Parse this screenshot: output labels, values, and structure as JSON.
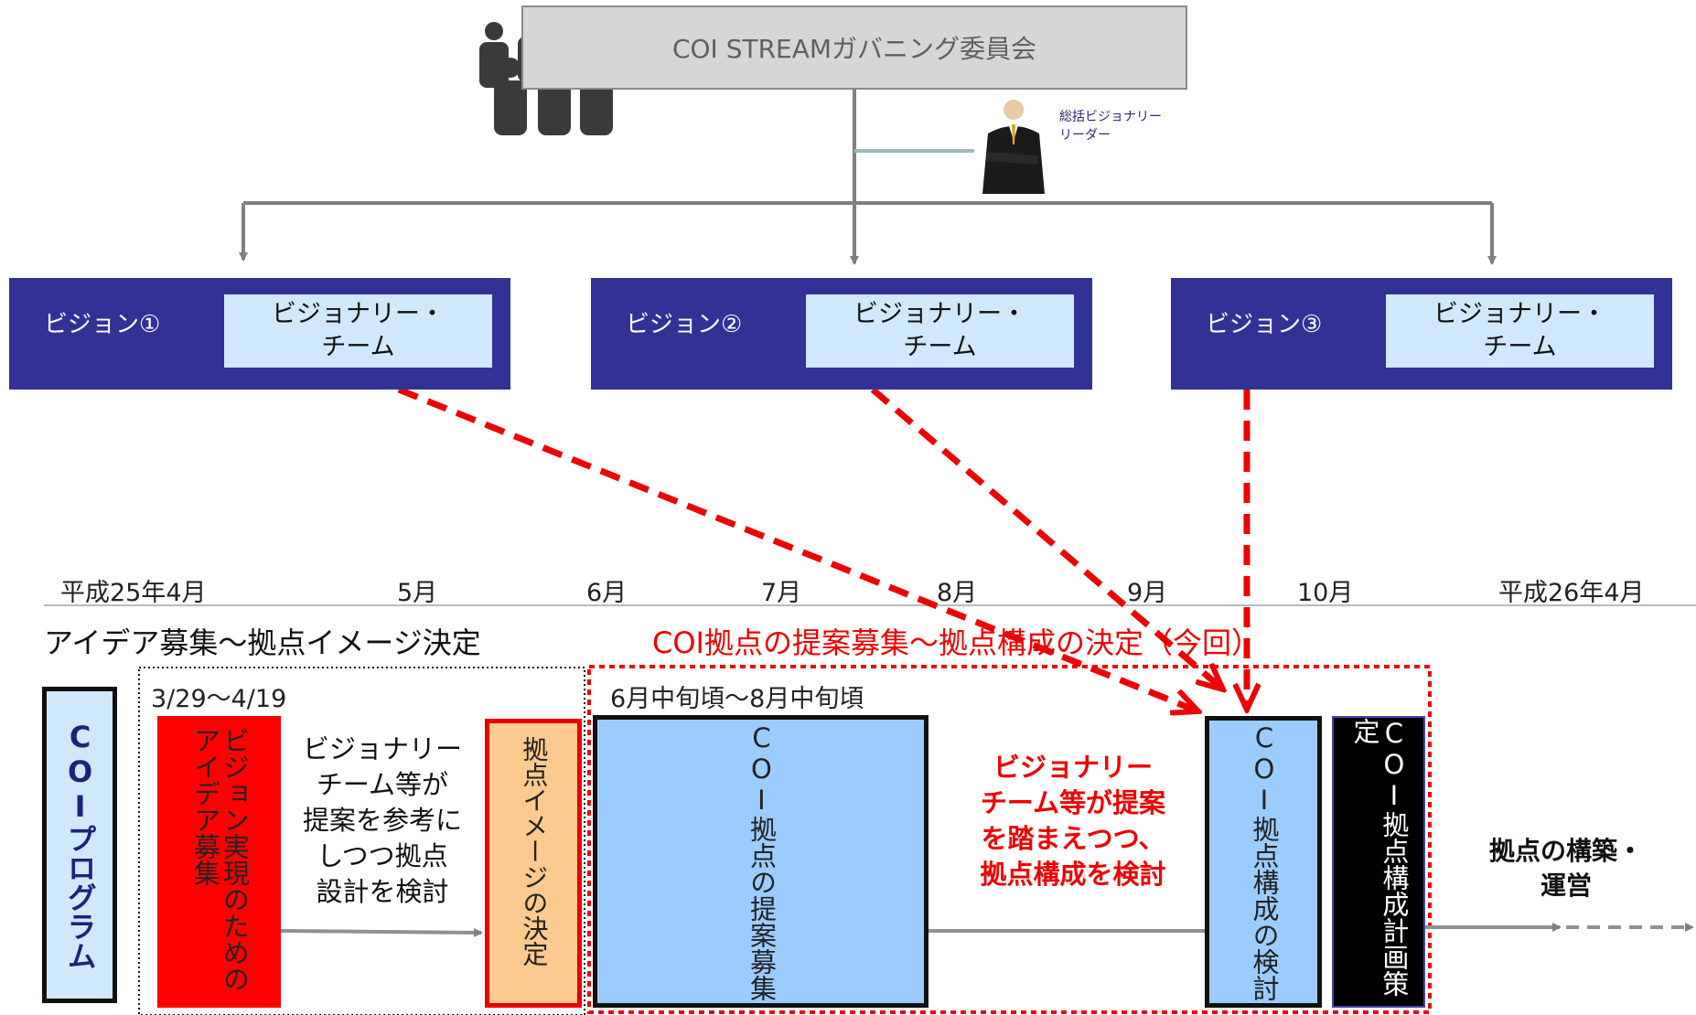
{
  "committee": {
    "title": "COI STREAMガバニング委員会"
  },
  "leader": {
    "label_line1": "総括ビジョナリー",
    "label_line2": "リーダー"
  },
  "visions": [
    {
      "label": "ビジョン①",
      "team_line1": "ビジョナリー・",
      "team_line2": "チーム"
    },
    {
      "label": "ビジョン②",
      "team_line1": "ビジョナリー・",
      "team_line2": "チーム"
    },
    {
      "label": "ビジョン③",
      "team_line1": "ビジョナリー・",
      "team_line2": "チーム"
    }
  ],
  "timeline": {
    "months": [
      "平成25年4月",
      "5月",
      "6月",
      "7月",
      "8月",
      "9月",
      "10月",
      "平成26年4月"
    ]
  },
  "phases": {
    "left_heading": "アイデア募集～拠点イメージ決定",
    "right_heading": "COI拠点の提案募集～拠点構成の決定（今回）",
    "left_dates": "3/29～4/19",
    "right_dates": "6月中旬頃～8月中旬頃"
  },
  "program": {
    "label": "COIプログラム"
  },
  "boxes": {
    "idea": "ビジョン実現のためのアイデア募集",
    "team_note_lines": [
      "ビジョナリー",
      "チーム等が",
      "提案を参考に",
      "しつつ拠点",
      "設計を検討"
    ],
    "image_decision": "拠点イメージの決定",
    "proposal": "COI拠点の提案募集",
    "red_note_lines": [
      "ビジョナリー",
      "チーム等が提案",
      "を踏まえつつ、",
      "拠点構成を検討"
    ],
    "consider": "COI拠点構成の検討",
    "plan": "COI拠点構成計画策定",
    "build_lines": [
      "拠点の構築・",
      "運営"
    ]
  },
  "colors": {
    "vision_bg": "#323296",
    "team_bg": "#cfe8fb",
    "red": "#ee0000",
    "proposal_bg": "#9ccbff",
    "image_bg": "#fcc98e"
  }
}
